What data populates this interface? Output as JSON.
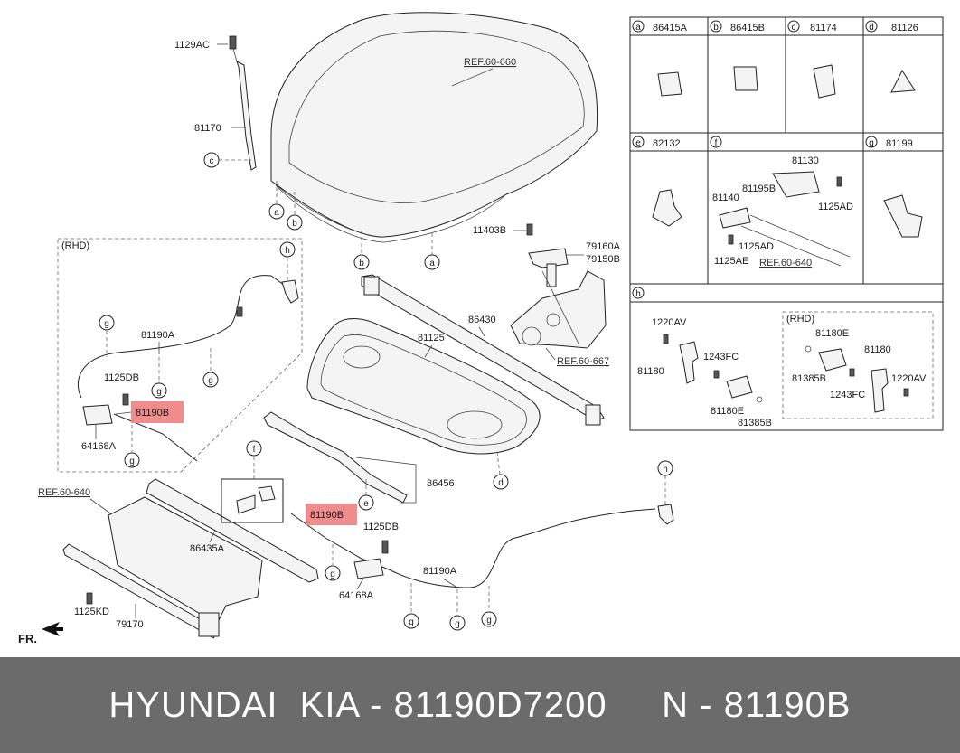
{
  "footer": {
    "caption": "HYUNDAI  KIA - 81190D7200     N - 81190B"
  },
  "legend": {
    "cells": [
      {
        "letter": "a",
        "part": "86415A"
      },
      {
        "letter": "b",
        "part": "86415B"
      },
      {
        "letter": "c",
        "part": "81174"
      },
      {
        "letter": "d",
        "part": "81126"
      },
      {
        "letter": "e",
        "part": "82132"
      },
      {
        "letter": "f",
        "part": ""
      },
      {
        "letter": "g",
        "part": "81199"
      },
      {
        "letter": "h",
        "part": ""
      }
    ],
    "f_labels": [
      "81130",
      "81195B",
      "81140",
      "1125AD",
      "1125AD",
      "1125AE",
      "REF.60-640"
    ],
    "h_labels": [
      "1220AV",
      "1243FC",
      "81180",
      "81180E",
      "81385B",
      "(RHD)",
      "81180E",
      "81180",
      "81385B",
      "1220AV",
      "1243FC"
    ]
  },
  "labels": {
    "ref_60_660": "REF.60-660",
    "p1129AC": "1129AC",
    "p81170": "81170",
    "rhd": "(RHD)",
    "p81190A_rhd": "81190A",
    "p1125DB_rhd": "1125DB",
    "p81190B_rhd": "81190B",
    "p64168A_rhd": "64168A",
    "p11403B": "11403B",
    "p79160A": "79160A",
    "p79150B": "79150B",
    "p86430": "86430",
    "p81125": "81125",
    "ref_60_667": "REF.60-667",
    "p86456": "86456",
    "ref_60_640": "REF.60-640",
    "p86435A": "86435A",
    "p81190B_lhd": "81190B",
    "p1125DB_lhd": "1125DB",
    "p64168A_lhd": "64168A",
    "p81190A_lhd": "81190A",
    "p1125KD": "1125KD",
    "p79170": "79170",
    "fr": "FR."
  },
  "callouts": [
    "a",
    "b",
    "c",
    "d",
    "e",
    "f",
    "g",
    "h"
  ]
}
